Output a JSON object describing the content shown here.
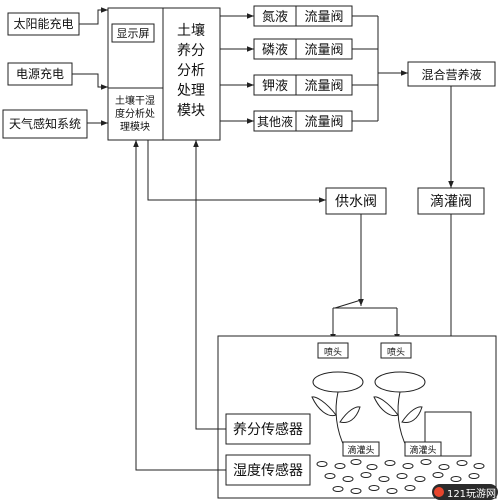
{
  "inputs": {
    "solar": "太阳能充电",
    "power": "电源充电",
    "weather": "天气感知系统"
  },
  "controller": {
    "display": "显示屏",
    "moisture_lines": [
      "土壤干湿",
      "度分析处",
      "理模块"
    ],
    "nutrient_lines": [
      "土壤",
      "养分",
      "分析",
      "处理",
      "模块"
    ]
  },
  "channels": [
    {
      "liquid": "氮液",
      "valve": "流量阀"
    },
    {
      "liquid": "磷液",
      "valve": "流量阀"
    },
    {
      "liquid": "钾液",
      "valve": "流量阀"
    },
    {
      "liquid": "其他液",
      "valve": "流量阀"
    }
  ],
  "mixing": "混合营养液",
  "supply_valve": "供水阀",
  "drip_valve": "滴灌阀",
  "field": {
    "sprinkler": "喷头",
    "dripper": "滴灌头",
    "nutrient_sensor": "养分传感器",
    "moisture_sensor": "湿度传感器"
  },
  "watermark": "121玩游网"
}
